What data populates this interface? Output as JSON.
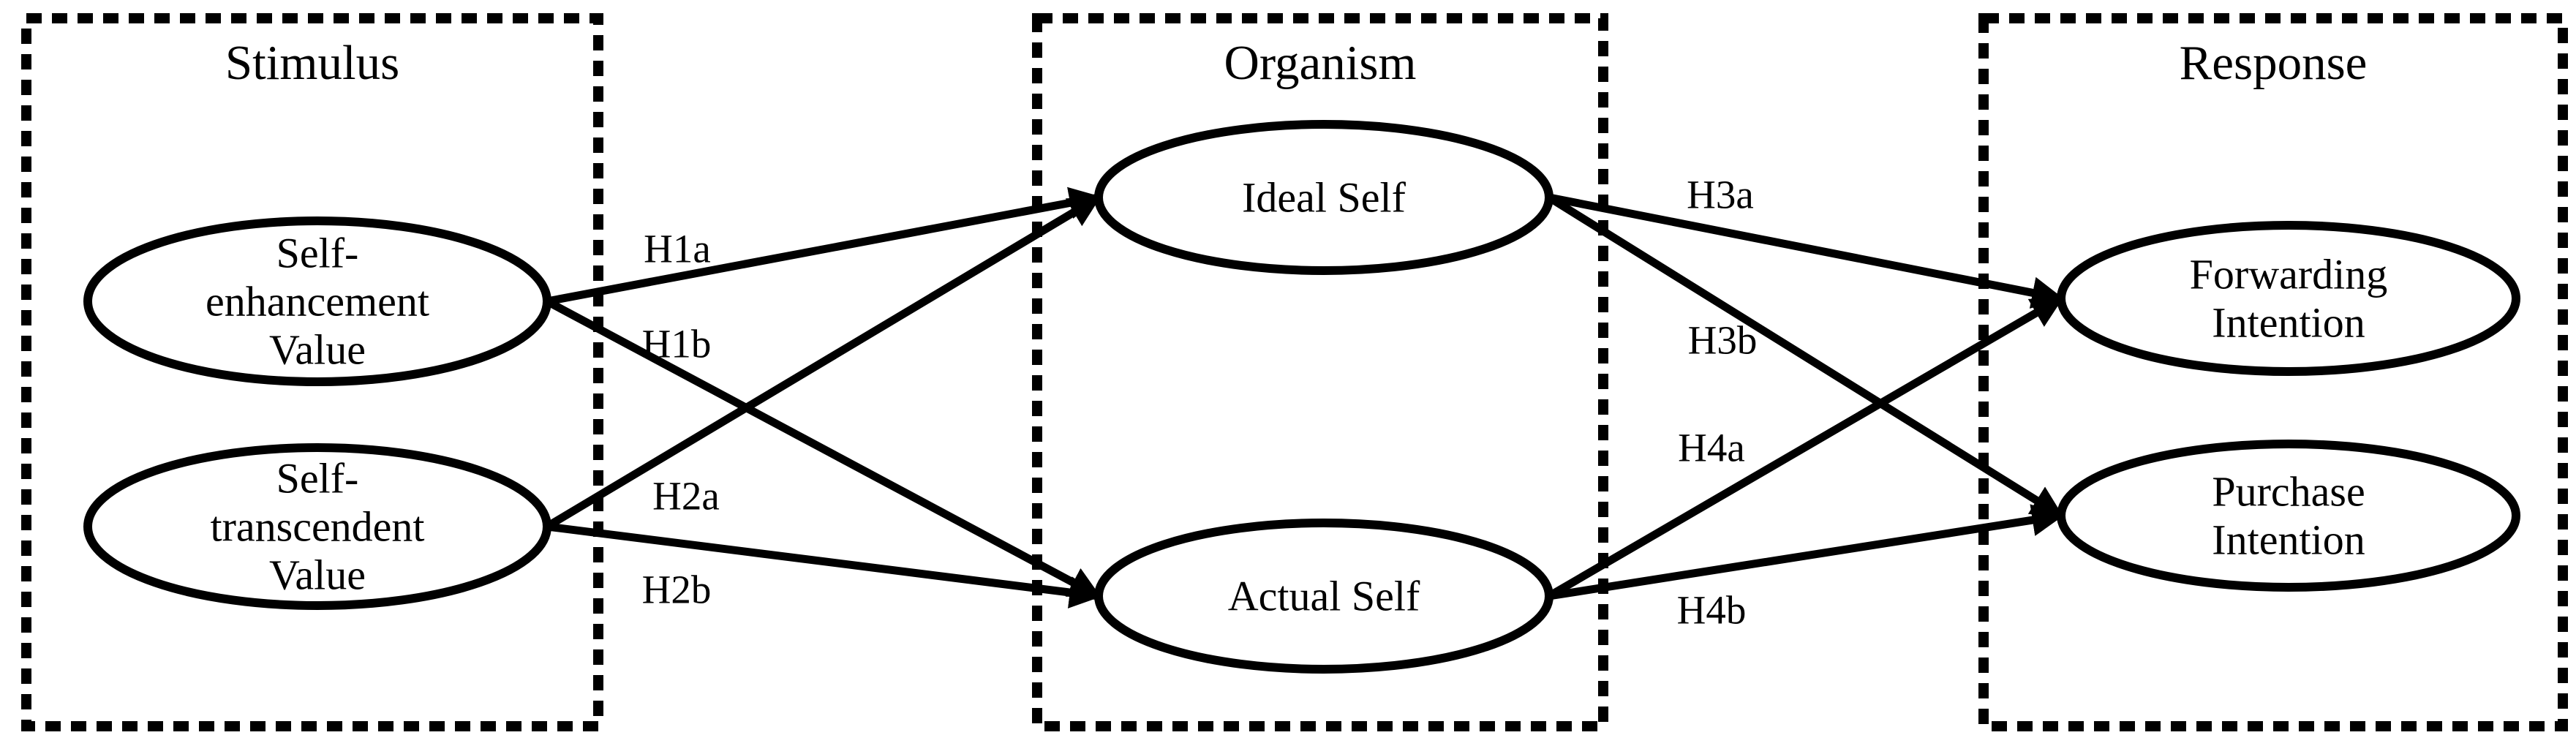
{
  "figure": {
    "description": "Stimulus-Organism-Response research model diagram",
    "colors": {
      "ink": "#000000",
      "background": "#ffffff"
    }
  },
  "boxes": [
    {
      "label": "Stimulus"
    },
    {
      "label": "Organism"
    },
    {
      "label": "Response"
    }
  ],
  "nodes": [
    {
      "label": "Self-enhancement Value",
      "lines": [
        "Self-",
        "enhancement",
        "Value"
      ]
    },
    {
      "label": "Self-transcendent Value",
      "lines": [
        "Self-",
        "transcendent",
        "Value"
      ]
    },
    {
      "label": "Ideal Self",
      "lines": [
        "Ideal Self"
      ]
    },
    {
      "label": "Actual Self",
      "lines": [
        "Actual Self"
      ]
    },
    {
      "label": "Forwarding Intention",
      "lines": [
        "Forwarding",
        "Intention"
      ]
    },
    {
      "label": "Purchase Intention",
      "lines": [
        "Purchase",
        "Intention"
      ]
    }
  ],
  "hypotheses": [
    {
      "label": "H1a",
      "from": "Self-enhancement Value",
      "to": "Ideal Self"
    },
    {
      "label": "H1b",
      "from": "Self-enhancement Value",
      "to": "Actual Self"
    },
    {
      "label": "H2a",
      "from": "Self-transcendent Value",
      "to": "Ideal Self"
    },
    {
      "label": "H2b",
      "from": "Self-transcendent Value",
      "to": "Actual Self"
    },
    {
      "label": "H3a",
      "from": "Ideal Self",
      "to": "Forwarding Intention"
    },
    {
      "label": "H3b",
      "from": "Ideal Self",
      "to": "Purchase Intention"
    },
    {
      "label": "H4a",
      "from": "Actual Self",
      "to": "Forwarding Intention"
    },
    {
      "label": "H4b",
      "from": "Actual Self",
      "to": "Purchase Intention"
    }
  ]
}
